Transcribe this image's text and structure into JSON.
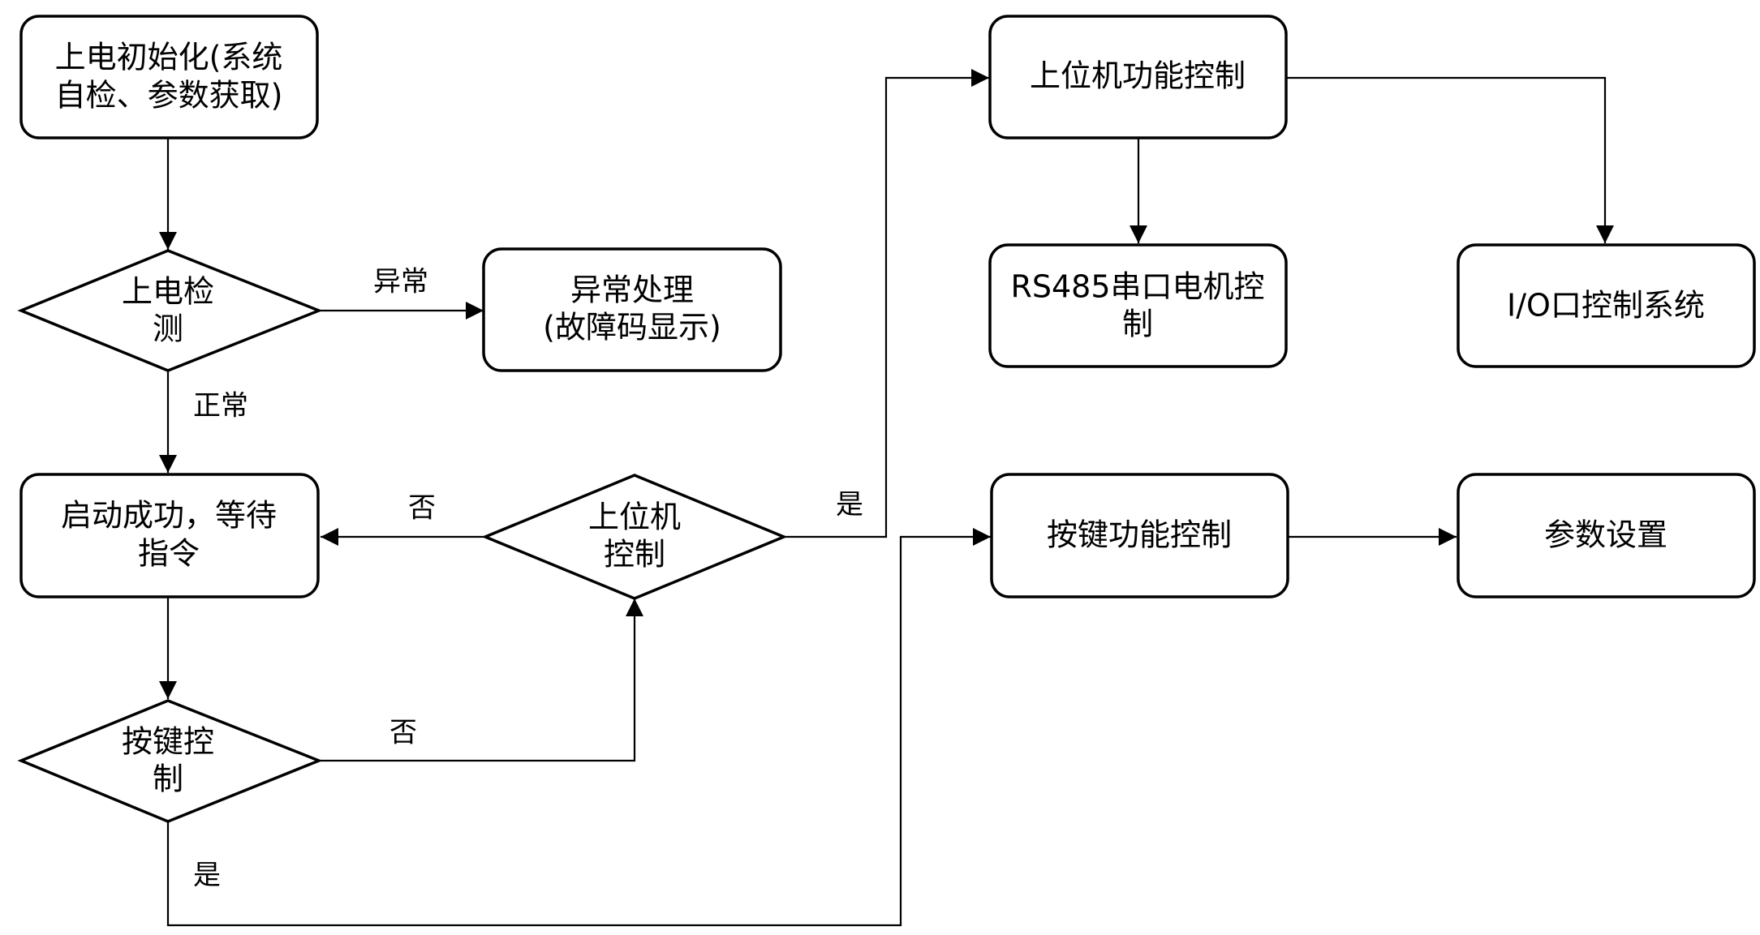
{
  "nodes": {
    "init": [
      "上电初始化(系统",
      "自检、参数获取)"
    ],
    "power_check": [
      "上电检",
      "测"
    ],
    "exception": [
      "异常处理",
      "(故障码显示)"
    ],
    "ready": [
      "启动成功，等待",
      "指令"
    ],
    "host_check": [
      "上位机",
      "控制"
    ],
    "key_check": [
      "按键控",
      "制"
    ],
    "host_func": [
      "上位机功能控制"
    ],
    "rs485": [
      "RS485串口电机控",
      "制"
    ],
    "io": [
      "I/O口控制系统"
    ],
    "key_func": [
      "按键功能控制"
    ],
    "params": [
      "参数设置"
    ]
  },
  "edge_labels": {
    "abnormal": "异常",
    "normal": "正常",
    "host_no": "否",
    "host_yes": "是",
    "key_no": "否",
    "key_yes": "是"
  }
}
